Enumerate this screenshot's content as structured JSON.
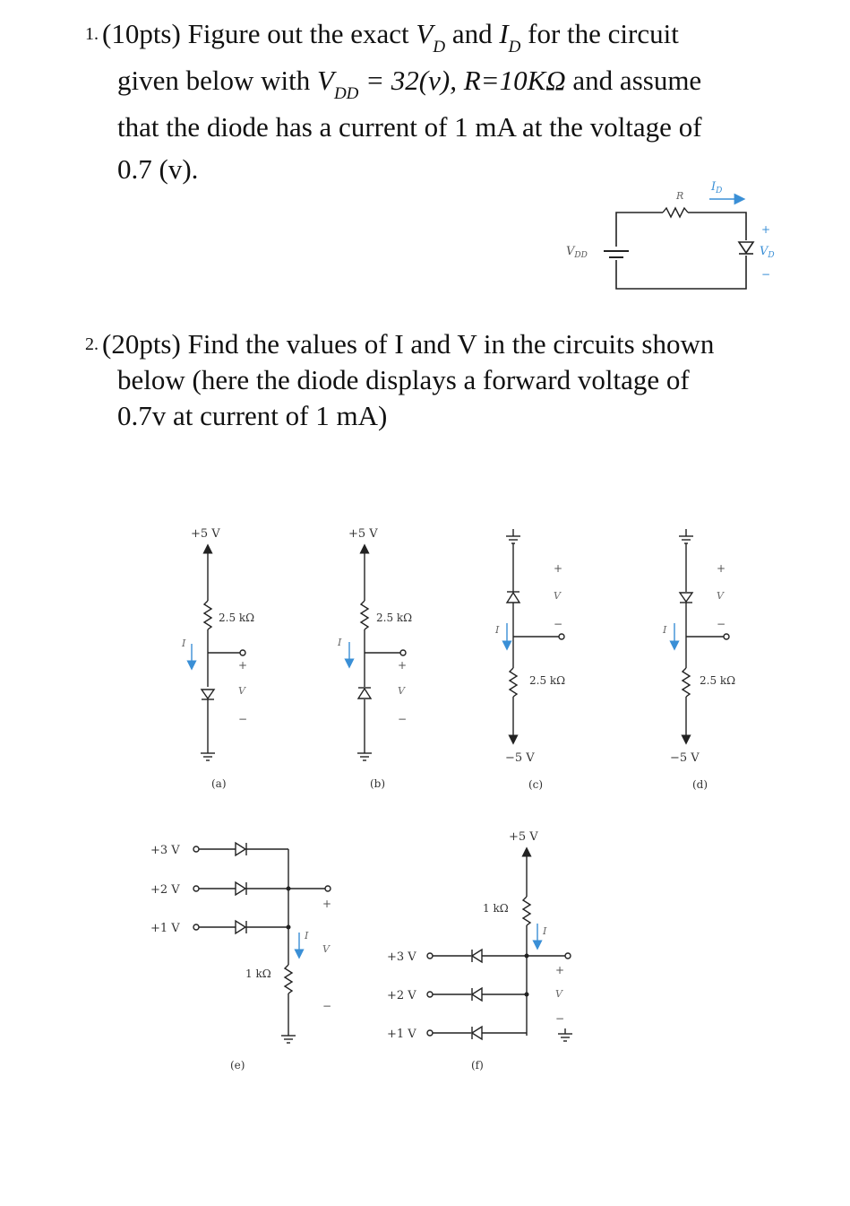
{
  "q1": {
    "number": "1.",
    "line1_a": "(10pts) Figure out the exact ",
    "vd_v": "V",
    "vd_sub": "D",
    "line1_b": " and ",
    "id_i": "I",
    "id_sub": "D",
    "line1_c": " for the circuit",
    "line2_a": "given below with ",
    "vdd_v": "V",
    "vdd_sub": "DD",
    "line2_b": " = 32(v), R=10KΩ",
    "line2_c": " and assume",
    "line3": "that the diode has a current of 1 mA at the voltage of",
    "line4": "0.7 (v)."
  },
  "q2": {
    "number": "2.",
    "line1": "(20pts) Find the values of I and V in the circuits shown",
    "line2": "below (here the diode displays a forward voltage of",
    "line3": "0.7v at current of 1 mA)"
  },
  "fig1": {
    "r_label": "R",
    "id_label": "I",
    "id_sub": "D",
    "vdd_label": "V",
    "vdd_sub": "DD",
    "vd_label": "V",
    "vd_sub": "D",
    "plus": "+",
    "minus": "−"
  },
  "fig2": {
    "a": {
      "supply": "+5 V",
      "resistor": "2.5 kΩ",
      "current": "I",
      "voltage": "V",
      "caption": "(a)"
    },
    "b": {
      "supply": "+5 V",
      "resistor": "2.5 kΩ",
      "current": "I",
      "voltage": "V",
      "caption": "(b)"
    },
    "c": {
      "supply": "−5 V",
      "resistor": "2.5 kΩ",
      "current": "I",
      "voltage": "V",
      "caption": "(c)"
    },
    "d": {
      "supply": "−5 V",
      "resistor": "2.5 kΩ",
      "current": "I",
      "voltage": "V",
      "caption": "(d)"
    },
    "e": {
      "inputs": [
        "+3 V",
        "+2 V",
        "+1 V"
      ],
      "resistor": "1 kΩ",
      "current": "I",
      "voltage": "V",
      "caption": "(e)"
    },
    "f": {
      "supply": "+5 V",
      "inputs": [
        "+3 V",
        "+2 V",
        "+1 V"
      ],
      "resistor": "1 kΩ",
      "current": "I",
      "voltage": "V",
      "caption": "(f)"
    },
    "plus": "+",
    "minus": "−"
  },
  "colors": {
    "text": "#111111",
    "accent": "#3a8fd6",
    "line": "#222222"
  }
}
